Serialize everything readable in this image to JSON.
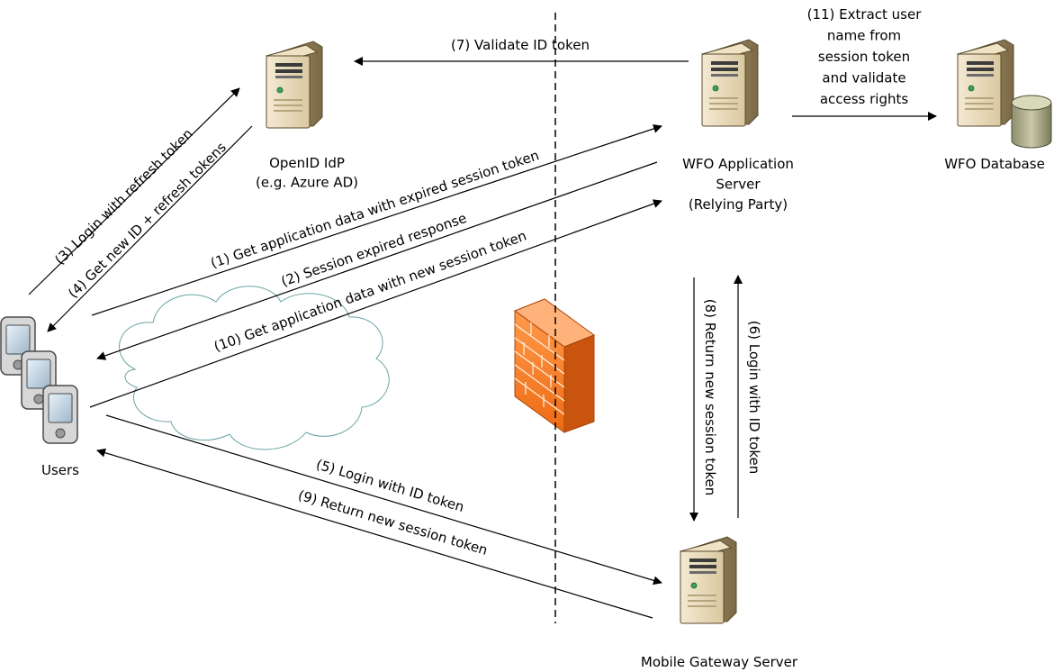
{
  "nodes": {
    "idp": [
      "OpenID IdP",
      "(e.g. Azure AD)"
    ],
    "app_server": [
      "WFO Application",
      "Server",
      "(Relying Party)"
    ],
    "database": [
      "WFO Database"
    ],
    "gateway": [
      "Mobile Gateway Server"
    ],
    "users": [
      "Users"
    ]
  },
  "edges": {
    "e1": "(1) Get application data with expired session token",
    "e2": "(2) Session expired response",
    "e3": "(3) Login with refresh token",
    "e4": "(4) Get new ID + refresh tokens",
    "e5": "(5) Login with ID token",
    "e6": "(6) Login with ID token",
    "e7": "(7) Validate ID token",
    "e8": "(8) Return new session token",
    "e9": "(9) Return new session token",
    "e10": "(10) Get application data with new session token",
    "e11": [
      "(11) Extract user",
      "name from",
      "session token",
      "and validate",
      "access rights"
    ]
  }
}
